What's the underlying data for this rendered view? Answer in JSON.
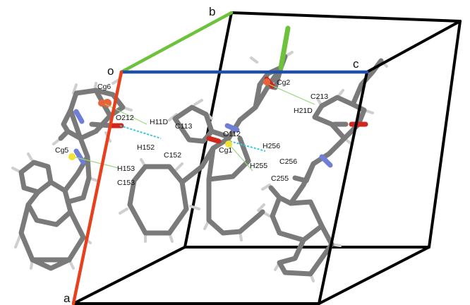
{
  "axes": {
    "o": "o",
    "a": "a",
    "b": "b",
    "c": "c"
  },
  "labels": {
    "cg6": "Cg6",
    "cg2": "Cg2",
    "cg5": "Cg5",
    "cg1": "Cg1",
    "o212": "O212",
    "h11d": "H11D",
    "c113": "C113",
    "o112": "O112",
    "h152": "H152",
    "c152": "C152",
    "h153": "H153",
    "c153": "C153",
    "h256": "H256",
    "c256": "C256",
    "h255": "H255",
    "c255": "C255",
    "c213": "C213",
    "h21d": "H21D"
  },
  "colors": {
    "axis_a": "#e8401c",
    "axis_b": "#6cc23a",
    "axis_c": "#1f4fa6",
    "cell_edge": "#000000",
    "bond": "#7a7a7a",
    "hydrogen": "#cfcfcf",
    "oxygen": "#d0261b",
    "nitrogen": "#6f7fd8",
    "chlorine": "#6cc23a",
    "centroid": "#f2e233",
    "contact_hbond": "#3fc6d6",
    "contact_pi": "#9bd67f"
  }
}
